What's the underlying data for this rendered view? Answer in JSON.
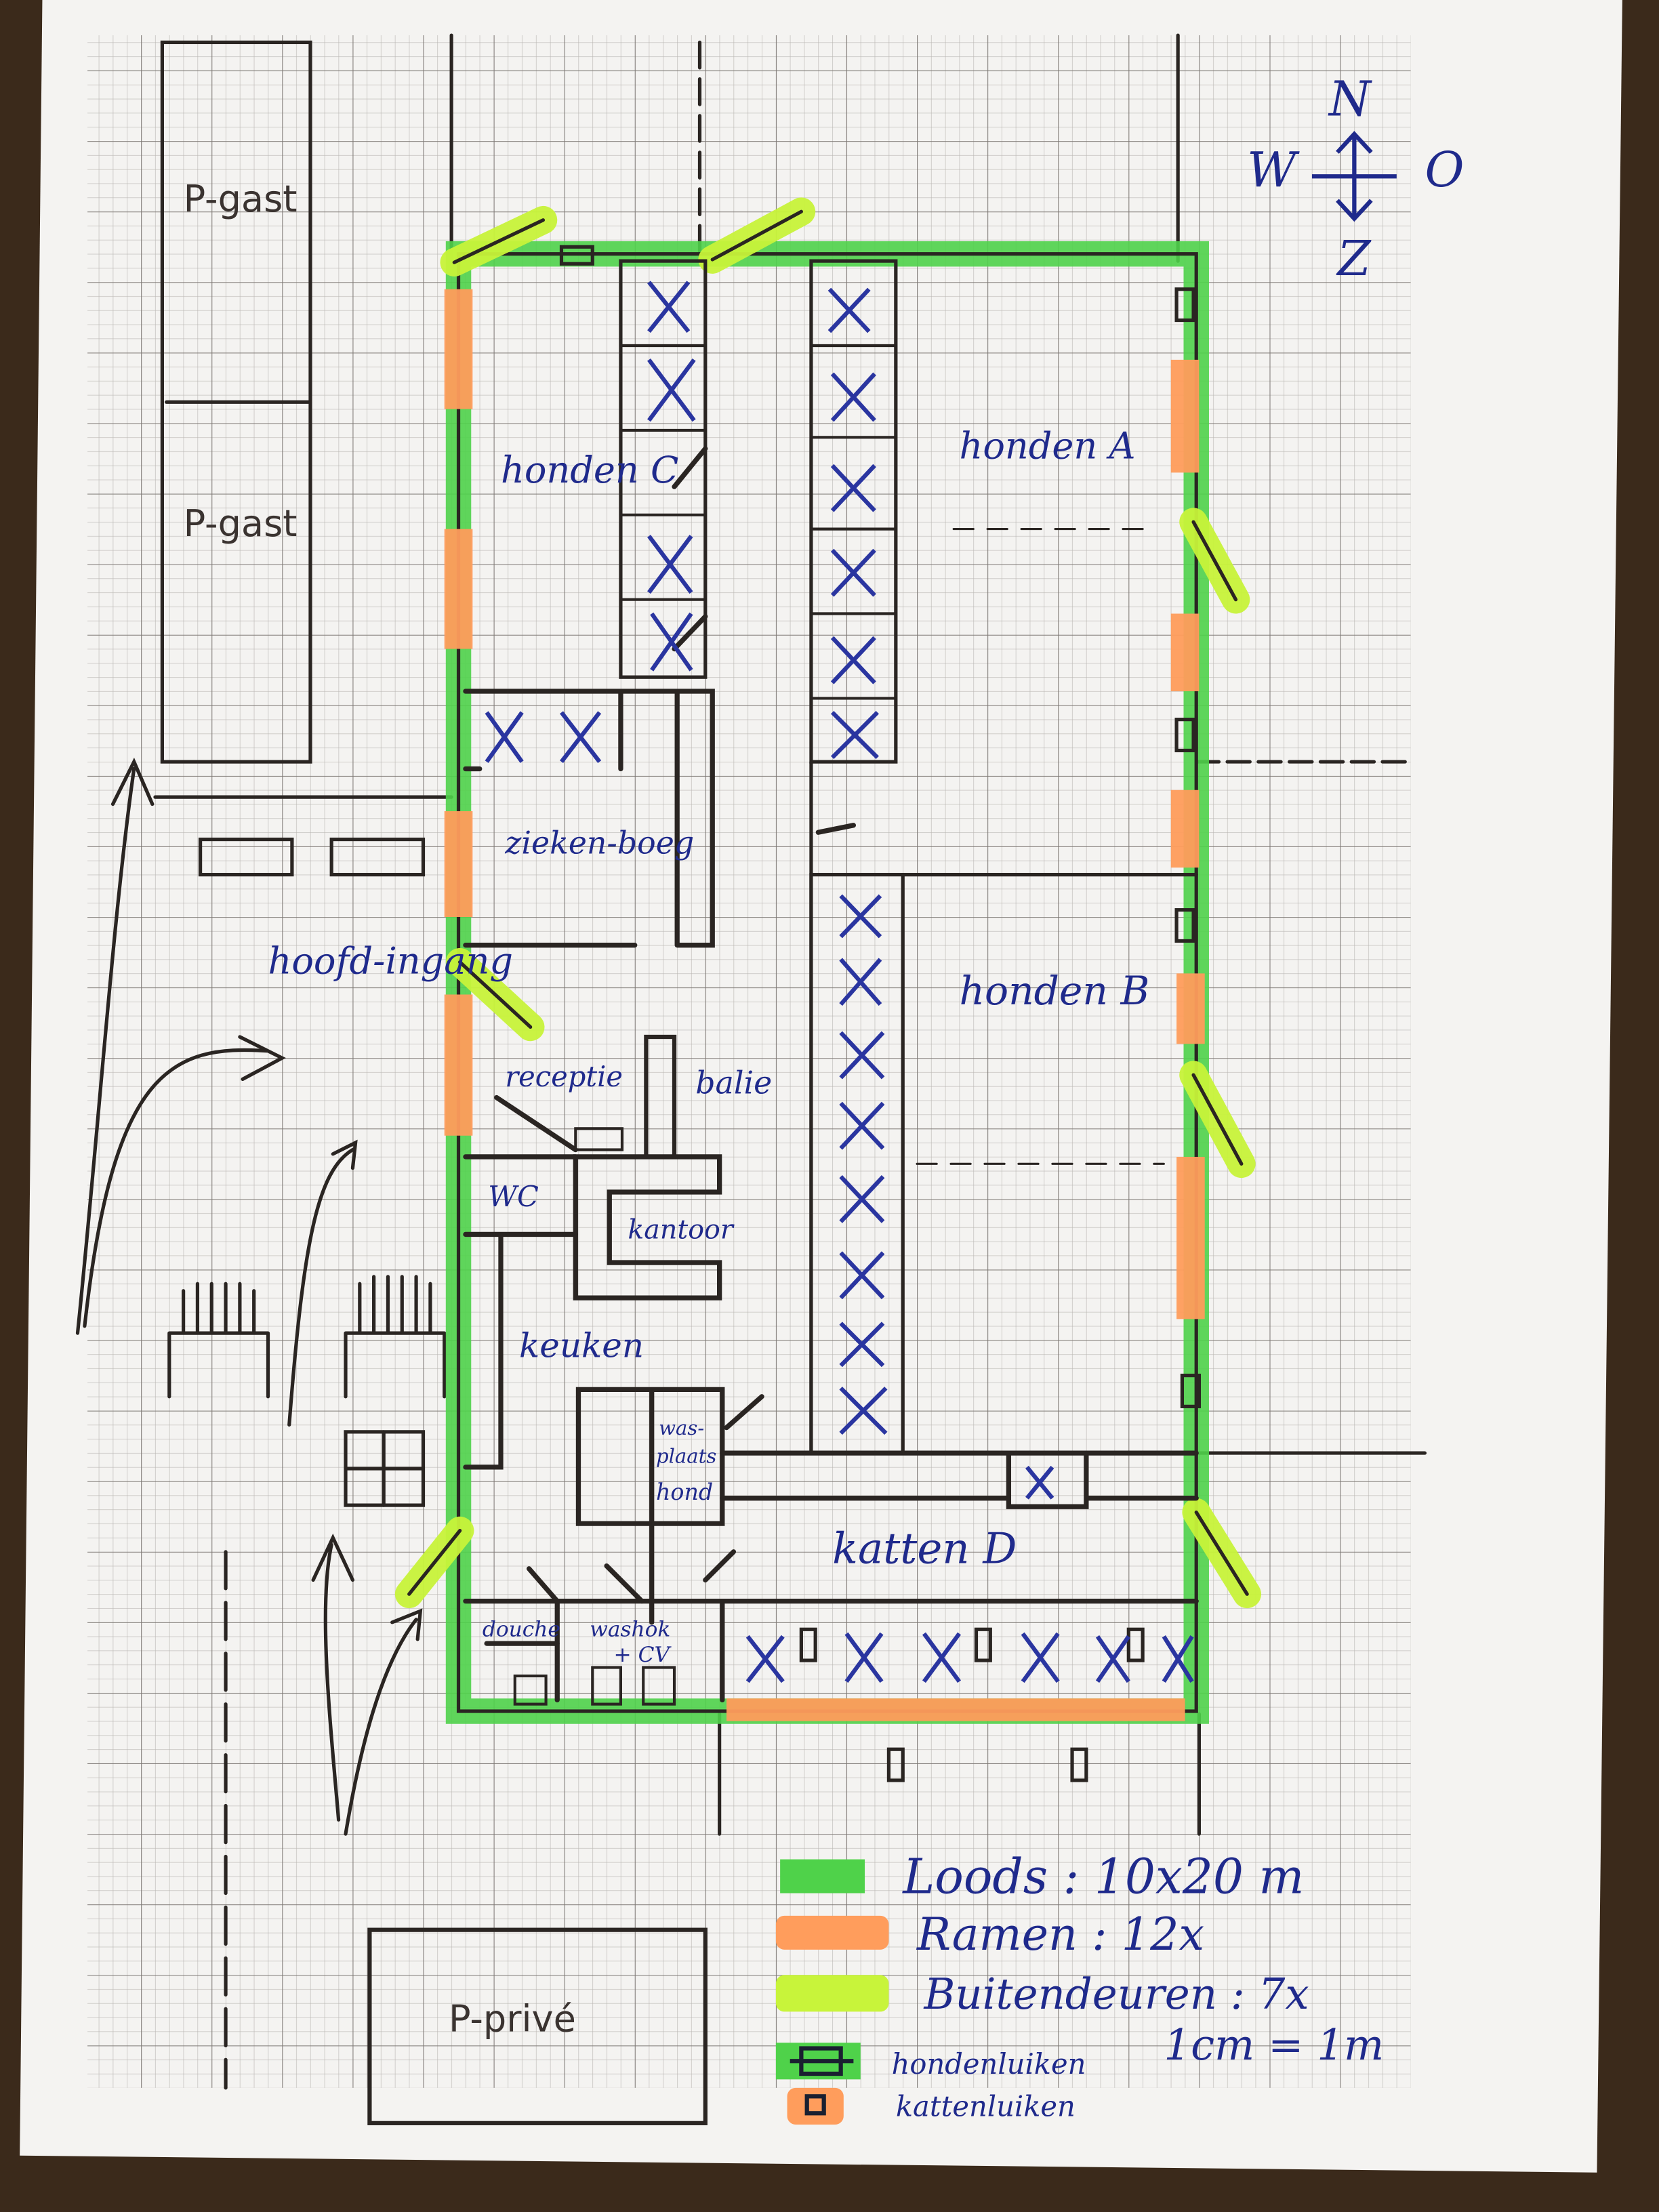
{
  "compass": {
    "north": "N",
    "west": "W",
    "east": "O",
    "south": "Z"
  },
  "parking": {
    "guest_top": "P-gast",
    "guest_bottom": "P-gast",
    "private": "P-privé"
  },
  "rooms": {
    "honden_c": "honden C",
    "honden_a": "honden A",
    "honden_b": "honden B",
    "ziekenboeg": "zieken-boeg",
    "hoofdingang": "hoofd-ingang",
    "receptie": "receptie",
    "balie": "balie",
    "wc": "WC",
    "kantoor": "kantoor",
    "keuken": "keuken",
    "wasplaats_1": "was-",
    "wasplaats_2": "plaats",
    "wasplaats_3": "hond",
    "katten_d": "katten D",
    "douche": "douche",
    "washok_1": "washok",
    "washok_2": "+ CV"
  },
  "legend": {
    "items": [
      {
        "label": "Loods : 10x20 m",
        "color": "#4fd24a"
      },
      {
        "label": "Ramen : 12x",
        "color": "#ff9d5c"
      },
      {
        "label": "Buitendeuren : 7x",
        "color": "#c8f43a"
      },
      {
        "label": "hondenluiken",
        "color": "#4fd24a"
      },
      {
        "label": "kattenluiken",
        "color": "#ff9d5c"
      }
    ],
    "scale": "1cm = 1m"
  },
  "colors": {
    "wall": "#4fd24a",
    "window": "#ff9d5c",
    "door": "#c8f43a",
    "ink": "#1f2a8c"
  }
}
